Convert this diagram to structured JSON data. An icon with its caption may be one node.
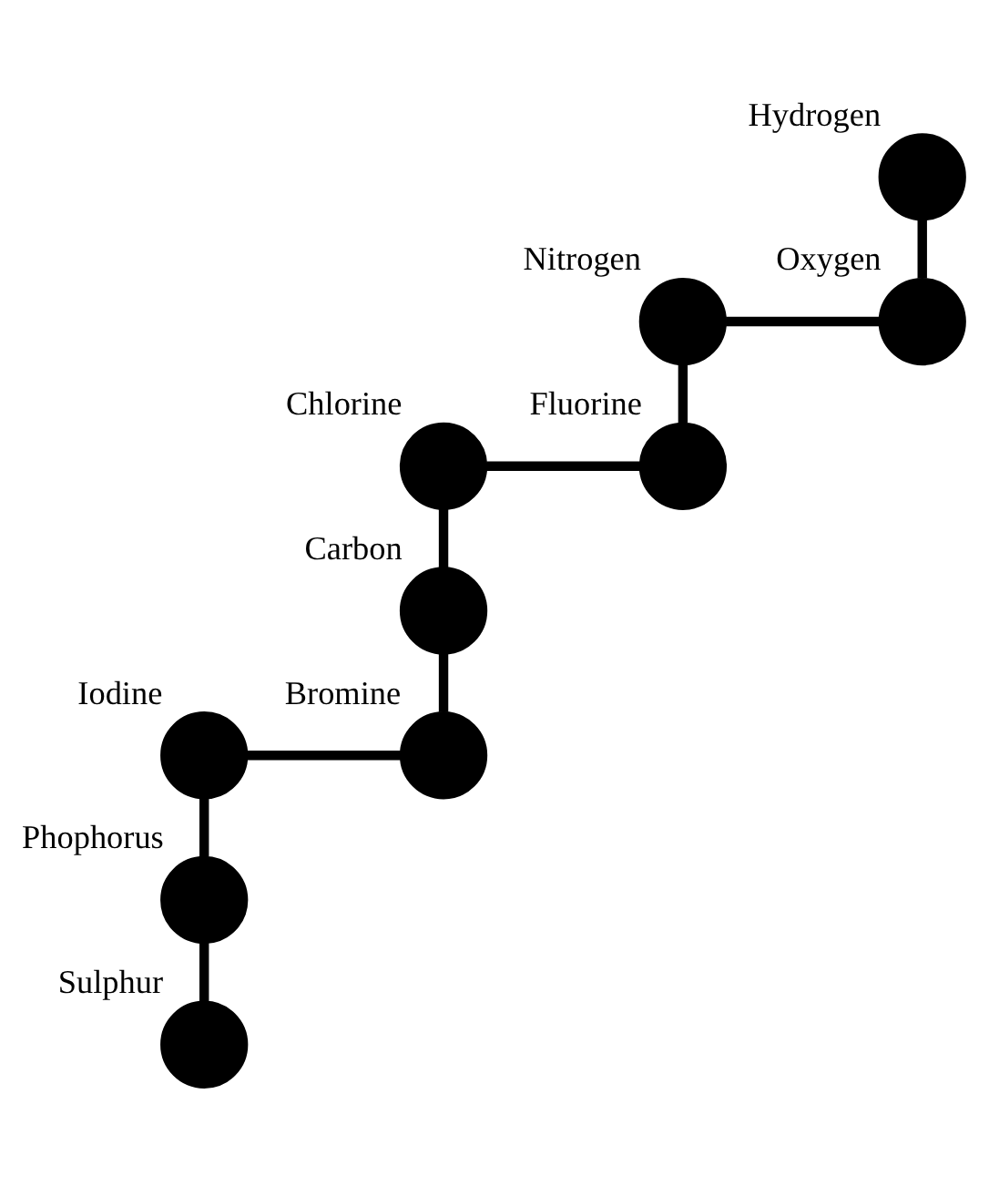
{
  "diagram": {
    "nodes": [
      {
        "text": [],
        "shape": "circle",
        "beside": [
          "Hydrogen"
        ]
      },
      {
        "text": [],
        "shape": "circle",
        "beside": [
          "Nitrogen"
        ]
      },
      {
        "text": [],
        "shape": "circle",
        "beside": [
          "Oxygen"
        ]
      },
      {
        "text": [],
        "shape": "circle",
        "beside": [
          "Chlorine"
        ]
      },
      {
        "text": [],
        "shape": "circle",
        "beside": [
          "Fluorine"
        ]
      },
      {
        "text": [],
        "shape": "circle",
        "beside": [
          "Carbon"
        ]
      },
      {
        "text": [],
        "shape": "circle",
        "beside": [
          "Iodine"
        ]
      },
      {
        "text": [],
        "shape": "circle",
        "beside": [
          "Bromine"
        ]
      },
      {
        "text": [],
        "shape": "circle",
        "beside": [
          "Phophorus"
        ]
      },
      {
        "text": [],
        "shape": "circle",
        "beside": [
          "Sulphur"
        ]
      }
    ],
    "edges": [
      {
        "from": 0,
        "to": 2,
        "arrow": "none"
      },
      {
        "from": 1,
        "to": 2,
        "arrow": "none"
      },
      {
        "from": 1,
        "to": 4,
        "arrow": "none"
      },
      {
        "from": 3,
        "to": 4,
        "arrow": "none"
      },
      {
        "from": 3,
        "to": 5,
        "arrow": "none"
      },
      {
        "from": 5,
        "to": 7,
        "arrow": "none"
      },
      {
        "from": 6,
        "to": 7,
        "arrow": "none"
      },
      {
        "from": 6,
        "to": 8,
        "arrow": "none"
      },
      {
        "from": 8,
        "to": 9,
        "arrow": "none"
      }
    ]
  }
}
